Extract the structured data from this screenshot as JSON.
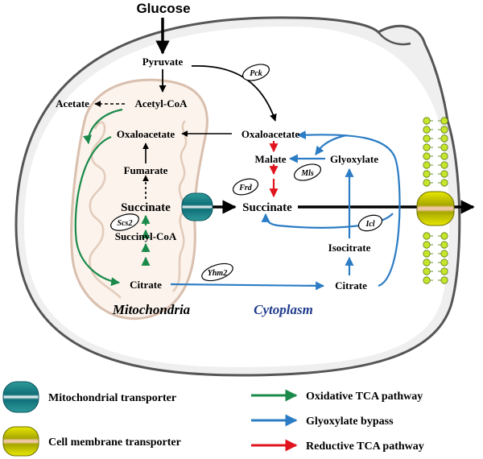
{
  "nodes": {
    "glucose": "Glucose",
    "pyruvate": "Pyruvate",
    "acetyl_coa": "Acetyl-CoA",
    "acetate": "Acetate",
    "oxaloacetate_mito": "Oxaloacetate",
    "fumarate": "Fumarate",
    "succinate_mito": "Succinate",
    "succinyl_coa": "Succinyl-CoA",
    "citrate_mito": "Citrate",
    "oxaloacetate_cyto": "Oxaloacetate",
    "malate": "Malate",
    "glyoxylate": "Glyoxylate",
    "succinate_cyto": "Succinate",
    "isocitrate": "Isocitrate",
    "citrate_cyto": "Citrate"
  },
  "enzymes": {
    "pck": "Pck",
    "mls": "Mls",
    "frd": "Frd",
    "scs2": "Scs2",
    "icl": "Icl",
    "yhm2": "Yhm2"
  },
  "regions": {
    "mitochondria": "Mitochondria",
    "cytoplasm": "Cytoplasm"
  },
  "legend": {
    "mito_transporter": "Mitochondrial transporter",
    "membrane_transporter": "Cell membrane transporter",
    "oxidative": "Oxidative TCA pathway",
    "glyoxylate": "Glyoxylate bypass",
    "reductive": "Reductive TCA pathway"
  },
  "colors": {
    "oxidative": "#1a8a4a",
    "glyoxylate": "#2b7cc4",
    "reductive": "#e0141e",
    "mitochondria_region": "#000000",
    "cytoplasm_region": "#1f3b8c",
    "mito_fill": "#fbf3ec",
    "mito_stroke": "#d9bfae",
    "cell_stroke": "#555555",
    "cell_fill": "#efefef"
  }
}
